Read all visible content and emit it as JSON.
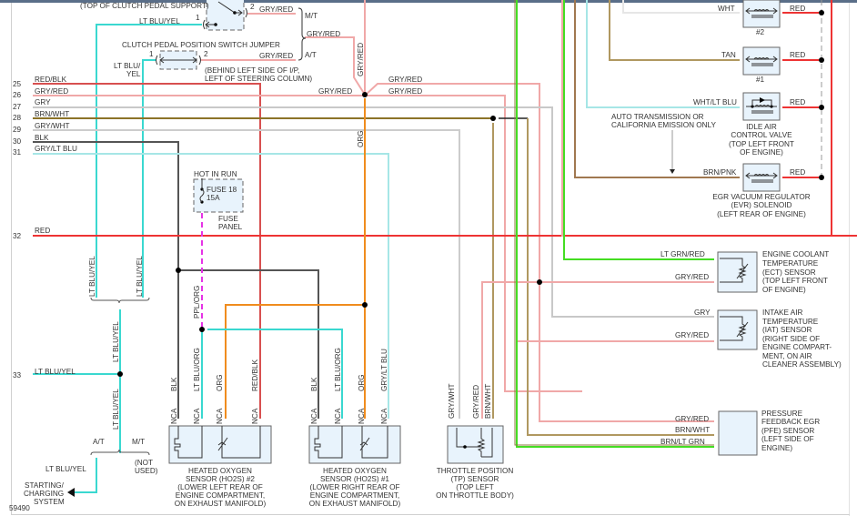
{
  "diagram_id": "59490",
  "colors": {
    "red": "#ee3333",
    "red_blk": "#d85050",
    "gry_red": "#f0a8a8",
    "gry": "#c8c8c8",
    "brn_wht": "#8c7328",
    "gry_wht": "#cccccc",
    "blk": "#555555",
    "gry_lt_blu": "#a6e6e6",
    "lt_blu_yel": "#3ad8d0",
    "org": "#f08c1e",
    "ppl_org": "#e633e6",
    "lt_grn_red": "#44dd22",
    "brn_lt_grn": "#8c7a40",
    "tan": "#b09860",
    "brn_pnk": "#a07850",
    "component_fill": "#e8f3fc",
    "label": "#333333"
  },
  "row_numbers": [
    "25",
    "26",
    "27",
    "28",
    "29",
    "30",
    "31",
    "32",
    "33"
  ],
  "bus_wires": [
    {
      "num": "25",
      "label": "RED/BLK"
    },
    {
      "num": "26",
      "label": "GRY/RED"
    },
    {
      "num": "27",
      "label": "GRY"
    },
    {
      "num": "28",
      "label": "BRN/WHT"
    },
    {
      "num": "29",
      "label": "GRY/WHT"
    },
    {
      "num": "30",
      "label": "BLK"
    },
    {
      "num": "31",
      "label": "GRY/LT BLU"
    },
    {
      "num": "32",
      "label": "RED"
    },
    {
      "num": "33",
      "label": "LT BLU/YEL"
    }
  ],
  "clutch_switch": {
    "title": "(TOP OF CLUTCH PEDAL SUPPORT)",
    "pin1": "1",
    "pin2": "2",
    "wire_in": "LT BLU/YEL",
    "wire_out": "GRY/RED",
    "variant": "M/T"
  },
  "clutch_jumper": {
    "title": "CLUTCH PEDAL POSITION SWITCH JUMPER",
    "pin1": "1",
    "pin2": "2",
    "wire_in_line1": "LT BLU/",
    "wire_in_line2": "YEL",
    "wire_out": "GRY/RED",
    "variant": "A/T",
    "location_line1": "(BEHIND LEFT SIDE OF I/P,",
    "location_line2": "LEFT OF STEERING COLUMN)"
  },
  "merge_wire": "GRY/RED",
  "gry_red_vertical": "GRY/RED",
  "splice_labels": [
    "GRY/RED",
    "GRY/RED",
    "GRY/RED"
  ],
  "org_vertical": "ORG",
  "fuse": {
    "header": "HOT IN RUN",
    "name": "FUSE 18",
    "rating": "15A",
    "panel_line1": "FUSE",
    "panel_line2": "PANEL",
    "wire": "PPL/ORG"
  },
  "ltbluyel_verticals": [
    "LT BLU/YEL",
    "LT BLU/YEL",
    "LT BLU/YEL",
    "LT BLU/YEL"
  ],
  "starting_branch": {
    "at": "A/T",
    "mt": "M/T",
    "not_used_1": "(NOT",
    "not_used_2": "USED)",
    "wire": "LT BLU/YEL",
    "dest_1": "STARTING/",
    "dest_2": "CHARGING",
    "dest_3": "SYSTEM"
  },
  "ho2s_2": {
    "wires": [
      "BLK",
      "LT BLU/ORG",
      "ORG",
      "RED/BLK"
    ],
    "pins": [
      "NCA",
      "NCA",
      "NCA",
      "NCA"
    ],
    "lines": [
      "HEATED OXYGEN",
      "SENSOR (HO2S) #2",
      "(LOWER LEFT REAR OF",
      "ENGINE COMPARTMENT,",
      "ON EXHAUST MANIFOLD)"
    ]
  },
  "ho2s_1": {
    "wires": [
      "BLK",
      "LT BLU/ORG",
      "ORG",
      "GRY/LT BLU"
    ],
    "pins": [
      "NCA",
      "NCA",
      "NCA",
      "NCA"
    ],
    "lines": [
      "HEATED OXYGEN",
      "SENSOR (HO2S) #1",
      "(LOWER RIGHT REAR OF",
      "ENGINE COMPARTMENT,",
      "ON EXHAUST MANIFOLD)"
    ]
  },
  "tp_sensor": {
    "wires": [
      "GRY/WHT",
      "GRY/RED",
      "BRN/WHT"
    ],
    "lines": [
      "THROTTLE POSITION",
      "(TP) SENSOR",
      "(TOP LEFT",
      "ON THROTTLE BODY)"
    ]
  },
  "injector_2": {
    "wire_in": "WHT",
    "wire_out": "RED",
    "label": "#2"
  },
  "injector_1": {
    "wire_in": "TAN",
    "wire_out": "RED",
    "label": "#1"
  },
  "iac": {
    "wire_in": "WHT/LT BLU",
    "wire_out": "RED",
    "lines": [
      "IDLE AIR",
      "CONTROL VALVE",
      "(TOP LEFT FRONT",
      "OF ENGINE)"
    ]
  },
  "auto_note": [
    "AUTO TRANSMISSION OR",
    "CALIFORNIA EMISSION ONLY"
  ],
  "evr": {
    "wire_in": "BRN/PNK",
    "wire_out": "RED",
    "lines": [
      "EGR VACUUM REGULATOR",
      "(EVR) SOLENOID",
      "(LEFT REAR OF ENGINE)"
    ]
  },
  "ect": {
    "wires": [
      "LT GRN/RED",
      "GRY/RED"
    ],
    "lines": [
      "ENGINE COOLANT",
      "TEMPERATURE",
      "(ECT) SENSOR",
      "(TOP LEFT FRONT",
      "OF ENGINE)"
    ]
  },
  "iat": {
    "wires": [
      "GRY",
      "GRY/RED"
    ],
    "lines": [
      "INTAKE AIR",
      "TEMPERATURE",
      "(IAT) SENSOR",
      "(RIGHT SIDE OF",
      "ENGINE COMPART-",
      "MENT, ON AIR",
      "CLEANER ASSEMBLY)"
    ]
  },
  "pfe": {
    "wires": [
      "GRY/RED",
      "BRN/WHT",
      "BRN/LT GRN"
    ],
    "lines": [
      "PRESSURE",
      "FEEDBACK EGR",
      "(PFE) SENSOR",
      "(LEFT SIDE OF",
      "ENGINE)"
    ]
  }
}
